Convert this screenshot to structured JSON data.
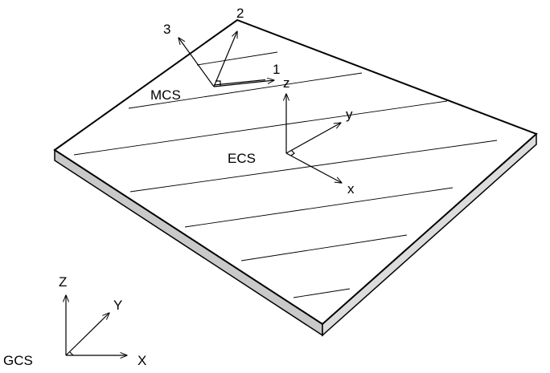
{
  "diagram": {
    "labels": {
      "mcs": "MCS",
      "mcs_axis_1": "1",
      "mcs_axis_2": "2",
      "mcs_axis_3": "3",
      "ecs": "ECS",
      "ecs_axis_x": "x",
      "ecs_axis_y": "y",
      "ecs_axis_z": "z",
      "gcs": "GCS",
      "gcs_axis_x": "X",
      "gcs_axis_y": "Y",
      "gcs_axis_z": "Z"
    },
    "colors": {
      "plate_top": "#ffffff",
      "plate_edge": "#c9c9c9",
      "line": "#000000"
    }
  }
}
